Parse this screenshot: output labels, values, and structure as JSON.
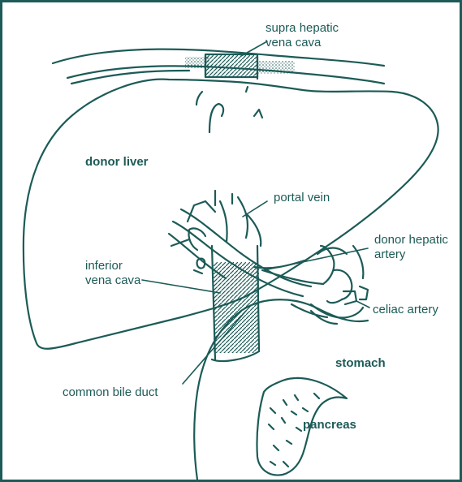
{
  "colors": {
    "ink": "#1c5b57",
    "background": "#ffffff"
  },
  "labels": {
    "supra_hepatic_line1": "supra hepatic",
    "supra_hepatic_line2": "vena cava",
    "donor_liver": "donor liver",
    "portal_vein": "portal vein",
    "donor_hepatic_line1": "donor hepatic",
    "donor_hepatic_line2": "artery",
    "inferior_line1": "inferior",
    "inferior_line2": "vena cava",
    "celiac_artery": "celiac artery",
    "stomach": "stomach",
    "common_bile_duct": "common bile duct",
    "pancreas": "pancreas"
  }
}
